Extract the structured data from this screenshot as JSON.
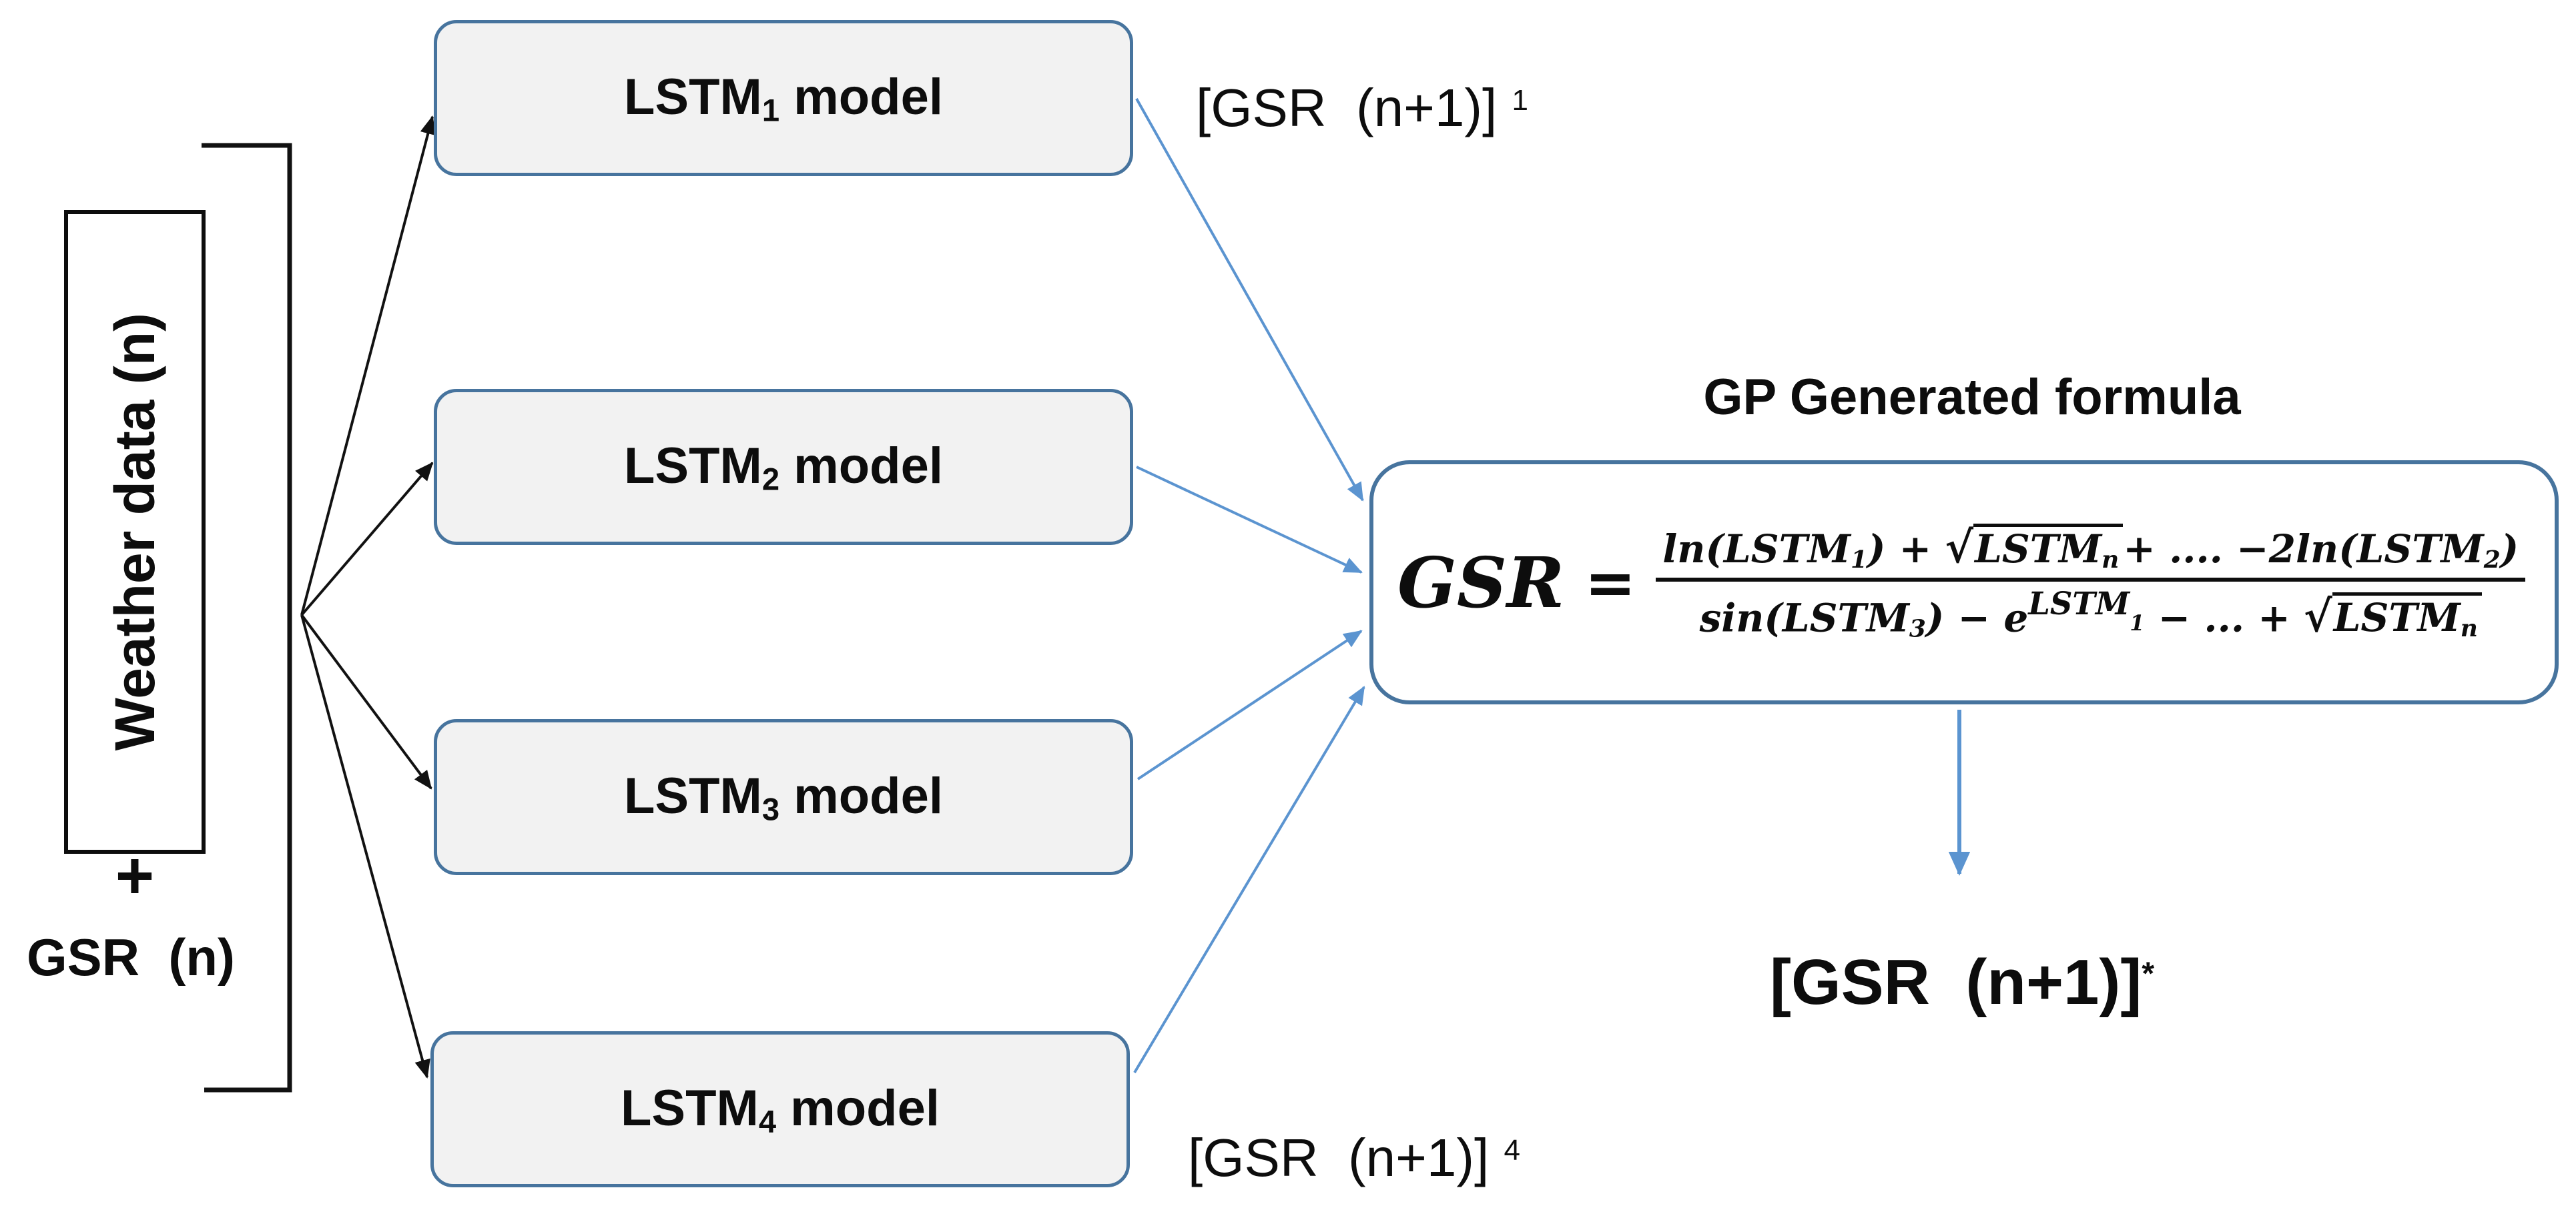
{
  "figure": {
    "input": {
      "weather_label": "Weather data (n)",
      "plus": "+",
      "gsr_label": "GSR  (n)"
    },
    "models": [
      {
        "base": "LSTM",
        "sub": "1",
        "rest": " model"
      },
      {
        "base": "LSTM",
        "sub": "2",
        "rest": " model"
      },
      {
        "base": "LSTM",
        "sub": "3",
        "rest": " model"
      },
      {
        "base": "LSTM",
        "sub": "4",
        "rest": " model"
      }
    ],
    "labels": {
      "top_pred_main": "[GSR  (n+1)] ",
      "top_pred_sup": "1",
      "bottom_pred_main": "[GSR  (n+1)] ",
      "bottom_pred_sup": "4",
      "final_main": "[GSR  (n+1)]",
      "final_sup": "*"
    },
    "gp": {
      "title": "GP Generated formula",
      "lhs": "GSR",
      "equals": "=",
      "numerator": {
        "t1": "ln(LSTM",
        "t1_sub": "1",
        "t2": ") + ",
        "radical": "√",
        "rad_body": "LSTM",
        "rad_sub": "n",
        "t3": "+ .... −2ln(LSTM",
        "t3_sub": "2",
        "t4": ")"
      },
      "denominator": {
        "t1": "sin(LSTM",
        "t1_sub": "3",
        "t2": ") − e",
        "exp": "LSTM",
        "exp_sub": "1",
        "t3": " − ... + ",
        "radical": "√",
        "rad_body": "LSTM",
        "rad_sub": "n"
      }
    },
    "colors": {
      "box_border": "#47749e",
      "box_fill": "#f2f2f2",
      "arrow_blue": "#5b94d0",
      "ink": "#111111"
    }
  }
}
